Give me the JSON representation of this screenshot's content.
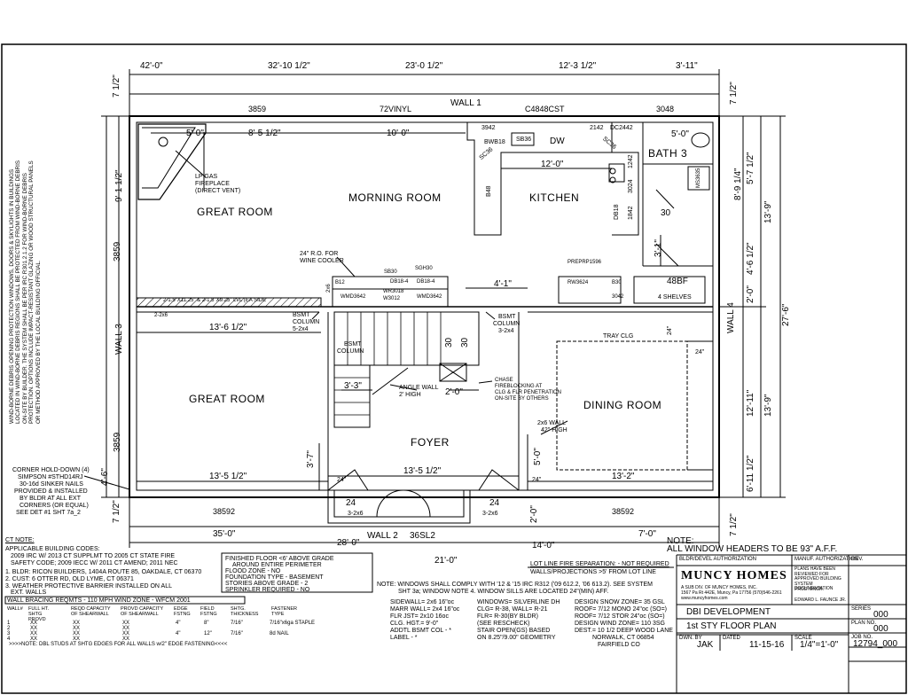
{
  "overall_dims": {
    "top_42": "42'-0\"",
    "top_32": "32'-10 1/2\"",
    "top_23": "23'-0 1/2\"",
    "top_12": "12'-3 1/2\"",
    "top_3": "3'-11\"",
    "left_7a": "7 1/2\"",
    "left_9": "9'-1 1/2\"",
    "left_3859a": "3859",
    "left_3859b": "3859",
    "left_4_6": "4'-6\"",
    "left_7b": "7 1/2\"",
    "right_7a": "7 1/2\"",
    "right_8_9": "8'-9 1/4\"",
    "right_5_7": "5'-7 1/2\"",
    "right_13_9a": "13'-9\"",
    "right_4_6": "4'-6 1/2\"",
    "right_2_0": "2'-0\"",
    "right_27_6": "27'-6\"",
    "right_12_11": "12'-11\"",
    "right_13_9b": "13'-9\"",
    "right_6_11": "6'-11 1/2\"",
    "right_7b": "7 1/2\"",
    "bot_35": "35'-0\"",
    "bot_28": "28'-0\"",
    "bot_21": "21'-0\"",
    "bot_14": "14'-0\"",
    "bot_7": "7'-0\""
  },
  "walls": {
    "wall1": "WALL 1",
    "wall2": "WALL 2",
    "wall3": "WALL 3",
    "wall4": "WALL 4"
  },
  "rooms": {
    "great_room_top": "GREAT ROOM",
    "morning_room": "MORNING ROOM",
    "kitchen": "KITCHEN",
    "bath3": "BATH 3",
    "great_room_bot": "GREAT ROOM",
    "foyer": "FOYER",
    "dining_room": "DINING ROOM"
  },
  "labels": {
    "w3859a": "3859",
    "w72vinyl": "72VINYL",
    "c4848cst": "C4848CST",
    "w3048": "3048",
    "d8_5": "8'-5 1/2\"",
    "d10_0": "10'-0\"",
    "d5_0a": "5'-0\"",
    "d5_0b": "5'-0\"",
    "d12_0": "12'-0\"",
    "k3942": "3942",
    "bwb18": "BWB18",
    "sb36": "SB36",
    "dw": "DW",
    "k2142": "2142",
    "dc2442": "DC2442",
    "sc36a": "SC36",
    "sc36b": "SC36",
    "k1242": "1242",
    "k3024": "3024",
    "k1842": "1842",
    "db18": "DB18",
    "b48": "B48",
    "ms3635": "MS3635",
    "n30": "30",
    "lp1": "LP GAS",
    "lp2": "FIREPLACE",
    "lp3": "(DIRECT VENT)",
    "ro1": "24\" R.O. FOR",
    "ro2": "WINE COOLER",
    "sb30": "SB30",
    "sgh30": "SGH30",
    "b12": "B12",
    "n2x6": "2x6",
    "wr3018": "WR3018",
    "w3012": "W3012",
    "db18_4a": "DB18-4",
    "db18_4b": "DB18-4",
    "wmd3642a": "WMD3642",
    "wmd3642b": "WMD3642",
    "d4_1": "4'-1\"",
    "prep": "PREPRP1596",
    "rw3624": "RW3624",
    "b30": "B30",
    "w3042": "3042",
    "bf48": "48BF",
    "shelves": "4 SHELVES",
    "d3_1": "3'-1\"",
    "header": "2-1.5\"X11.25\" & 2-1.5\"X9.25\" LVL (EA SIDE",
    "n2_2x6": "2-2x6",
    "d13_6a": "13'-6 1/2\"",
    "bsmt_col1a": "BSMT",
    "bsmt_col1b": "COLUMN",
    "bsmt_col1c": "5-2x4",
    "bsmt_col2a": "BSMT",
    "bsmt_col2b": "COLUMN",
    "bsmt_col2c": "3-2x4",
    "bsmt_col3a": "BSMT",
    "bsmt_col3b": "COLUMN",
    "n30a": "30",
    "n30b": "30",
    "tray": "TRAY CLG",
    "n24a": "24\"",
    "n24b": "24\"",
    "d3_3": "3'-3\"",
    "angle1": "ANGLE WALL",
    "angle2": "2' HIGH",
    "d2_0": "2'-0\"",
    "chase1": "CHASE",
    "chase2": "FIREBLOCKING AT",
    "chase3": "CLG & FLR PENETRATION",
    "chase4": "ON-SITE BY OTHERS",
    "wall42a": "2x6 WALL",
    "wall42b": "42\" HIGH",
    "d3_7": "3'-7\"",
    "d5_0c": "5'-0\"",
    "d13_5": "13'-5 1/2\"",
    "d13_5b": "13'-5 1/2\"",
    "d13_2": "13'-2\"",
    "n24c": "24\"",
    "n24d": "24\"",
    "n24e": "24",
    "n24f": "24",
    "n3_2x6a": "3-2x6",
    "n3_2x6b": "3-2x6",
    "d2_0b": "2'-0\"",
    "w38592a": "38592",
    "w38592b": "38592",
    "w36sl2": "36SL2",
    "side_note": "WIND-BORNE DEBRIS OPENING PROTECTION WINDOWS, DOORS & SKYLIGHTS IN BUILDINGS LOCATED IN WIND-BORNE DEBRIS REGIONS SHALL BE PROTECTED FROM WIND-BORNE DEBRIS ON-SITE BY BUILDER. THE SYSTEM SHALL BE PER IRC R301.2.1.2 FOR WIND-BORNE DEBRIS PROTECTION. OPTIONS INCLUDE IMPACT-RESISTANT GLAZING OR WOOD STRUCTURAL PANELS OR METHOD APPROVED BY THE LOCAL BUILDING OFFICIAL.",
    "hold1": "CORNER HOLD-DOWN (4)",
    "hold2": "SIMPSON #STHD14RJ",
    "hold3": "30-16d SINKER NAILS",
    "hold4": "PROVIDED & INSTALLED",
    "hold5": "BY BLDR AT ALL EXT",
    "hold6": "CORNERS (OR EQUAL)",
    "hold7": "SEE DET #1 SHT 7a_2",
    "note_all1": "NOTE:",
    "note_all2": "ALL WINDOW HEADERS TO BE 93\" A.F.F."
  },
  "ct_note": {
    "title": "CT NOTE:",
    "l1": "APPLICABLE BUILDING CODES:",
    "l2": "2009 IRC W/ 2013 CT SUPPLMT TO 2005 CT STATE FIRE",
    "l3": "SAFETY CODE; 2009 IECC W/ 2011 CT AMEND; 2011 NEC",
    "l4": "1. BLDR: RICON BUILDERS, 1404A ROUTE 85, OAKDALE, CT 06370",
    "l5": "2. CUST: 6 OTTER RD, OLD LYME, CT 06371",
    "l6": "3. WEATHER PROTECTIVE BARRIER INSTALLED ON ALL",
    "l7": "EXT. WALLS"
  },
  "floor_box": {
    "l1": "FINISHED FLOOR <6' ABOVE GRADE",
    "l2": "AROUND ENTIRE PERIMETER",
    "l3": "FLOOD ZONE - NO",
    "l4": "FOUNDATION TYPE - BASEMENT",
    "l5": "STORIES ABOVE GRADE - 2",
    "l6": "SPRINKLER REQUIRED - NO"
  },
  "lot_line": {
    "l1": "LOT LINE FIRE SEPARATION: - NOT REQUIRED",
    "l2": "WALLS/PROJECTIONS >5' FROM LOT LINE"
  },
  "windows_note": {
    "l1": "NOTE: WINDOWS SHALL COMPLY WITH '12 & '15 IRC R312 ('09 612.2, '06 613.2). SEE SYSTEM",
    "l2": "SHT 3a; WINDOW NOTE 4. WINDOW SILLS ARE LOCATED 24\"(MIN) AFF."
  },
  "specs": {
    "c1": [
      "SIDEWALL= 2x6 16\"oc",
      "MARR WALL= 2x4 16\"oc",
      "FLR JST= 2x10 16oc",
      "CLG. HGT.= 9'-0\"",
      "ADDTL BSMT COL - *",
      "LABEL - *"
    ],
    "c2": [
      "WINDOWS= SILVERLINE DH",
      "CLG= R-38, WALL= R-21",
      "FLR= R-30(BY BLDR)",
      "(SEE RESCHECK)",
      "STAIR OPEN(GS) BASED",
      "ON 8.25\"/9.00\" GEOMETRY"
    ],
    "c3": [
      "DESIGN SNOW ZONE= 35 GSL",
      "ROOF= 7/12 MONO 24\"oc (SO=)",
      "ROOF= 7/12 STOR 24\"oc (SO=)",
      "DESIGN WIND ZONE= 110 3SG",
      "DEST.= 10 1/2 DEEP WOOD LANE",
      "NORWALK, CT 06854",
      "FAIRFIELD CO"
    ]
  },
  "bracing": {
    "title": "WALL BRACING REQMTS - 110 MPH WIND ZONE - WFCM 2001",
    "h1": "WALL#",
    "h2": "FULL HT. SHTG PROVD",
    "h3": "REQD CAPACITY OF SHEARWALL",
    "h4": "PROVD CAPACITY OF SHEARWALL",
    "h5": "EDGE FSTNG",
    "h6": "FIELD FSTNG",
    "h7": "SHTG. THICKNESS",
    "h8": "FASTENER TYPE",
    "rows": [
      [
        "1",
        "XX",
        "XX",
        "XX",
        "4\"",
        "8\"",
        "7/16\"",
        "7/16\"x6ga STAPLE"
      ],
      [
        "2",
        "XX",
        "XX",
        "XX",
        "",
        "",
        "",
        ""
      ],
      [
        "3",
        "XX",
        "XX",
        "XX",
        "4\"",
        "12\"",
        "7/16\"",
        "8d NAIL"
      ],
      [
        "4",
        "XX",
        "XX",
        "XX",
        "",
        "",
        "",
        ""
      ]
    ],
    "footer": ">>>>NOTE: DBL STUDS AT SHTG EDGES FOR ALL WALLS w/2\" EDGE FASTENING<<<<"
  },
  "title_block": {
    "bldr_auth": "BLDR/DEVEL AUTHORIZATION",
    "mfg_auth": "MANUF. AUTHORIZATION",
    "logo": "MUNCY HOMES",
    "logo_sub": "A SUB DIV. OF MUNCY HOMES, INC.",
    "addr": "1567 Pa Rt 442E, Muncy, Pa 17756  (570)546-2261",
    "web": "www.muncyhomes.com",
    "review": "PLANS HAVE BEEN REVIEWED FOR APPROVED BUILDING SYSTEM DOCUMENTATION",
    "prod_engr": "PROD. ENGR.",
    "engr_name": "EDWARD L. FAUNCE JR.",
    "rev": "REV.",
    "series_lbl": "SERIES",
    "series": "000",
    "planno_lbl": "PLAN NO.",
    "planno": "000",
    "jobno_lbl": "JOB NO.",
    "jobno": "12794_000",
    "project": "DBI DEVELOPMENT",
    "sheet": "1st STY FLOOR PLAN",
    "drwn_lbl": "DWN. BY",
    "drwn": "JAK",
    "date_lbl": "DATED",
    "date": "11-15-16",
    "scale_lbl": "SCALE",
    "scale": "1/4\"=1'-0\""
  }
}
